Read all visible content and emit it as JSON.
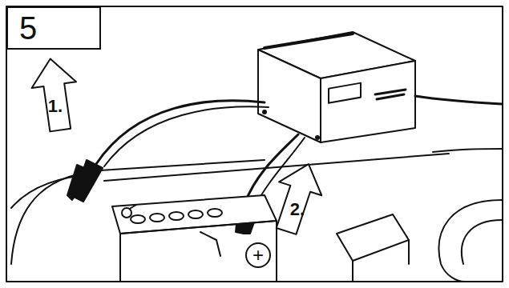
{
  "diagram": {
    "nodes": [
      {
        "text": [
          "5"
        ]
      },
      {
        "text": [
          "1."
        ]
      },
      {
        "text": [
          "2."
        ]
      },
      {
        "text": [
          "+"
        ]
      }
    ]
  }
}
